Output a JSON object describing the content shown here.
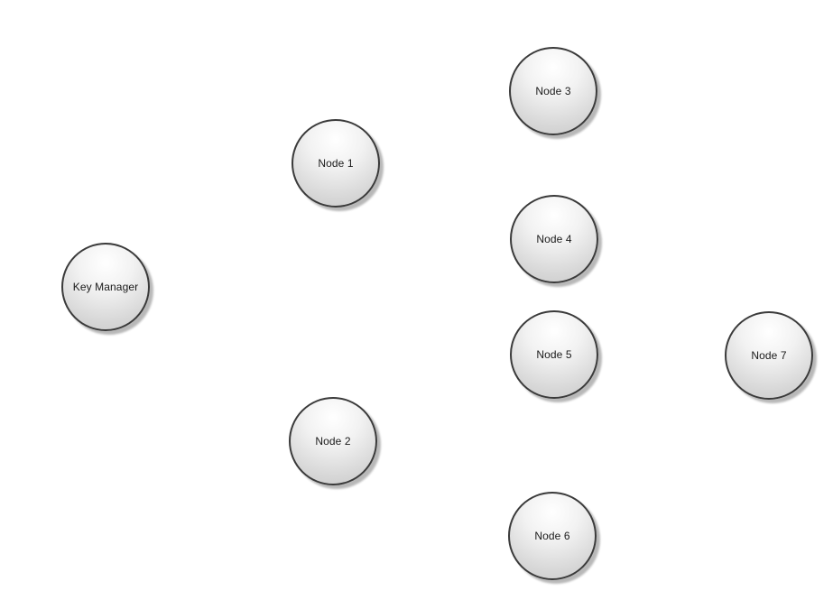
{
  "diagram": {
    "nodes": [
      {
        "id": "key-manager",
        "label": "Key Manager"
      },
      {
        "id": "node-1",
        "label": "Node 1"
      },
      {
        "id": "node-2",
        "label": "Node 2"
      },
      {
        "id": "node-3",
        "label": "Node 3"
      },
      {
        "id": "node-4",
        "label": "Node 4"
      },
      {
        "id": "node-5",
        "label": "Node 5"
      },
      {
        "id": "node-6",
        "label": "Node 6"
      },
      {
        "id": "node-7",
        "label": "Node 7"
      }
    ],
    "colors": {
      "background": "#ffffff",
      "node_fill_light": "#ffffff",
      "node_fill_dark": "#c9c9c9",
      "node_border": "#3a3a3a",
      "text": "#1a1a1a"
    }
  }
}
